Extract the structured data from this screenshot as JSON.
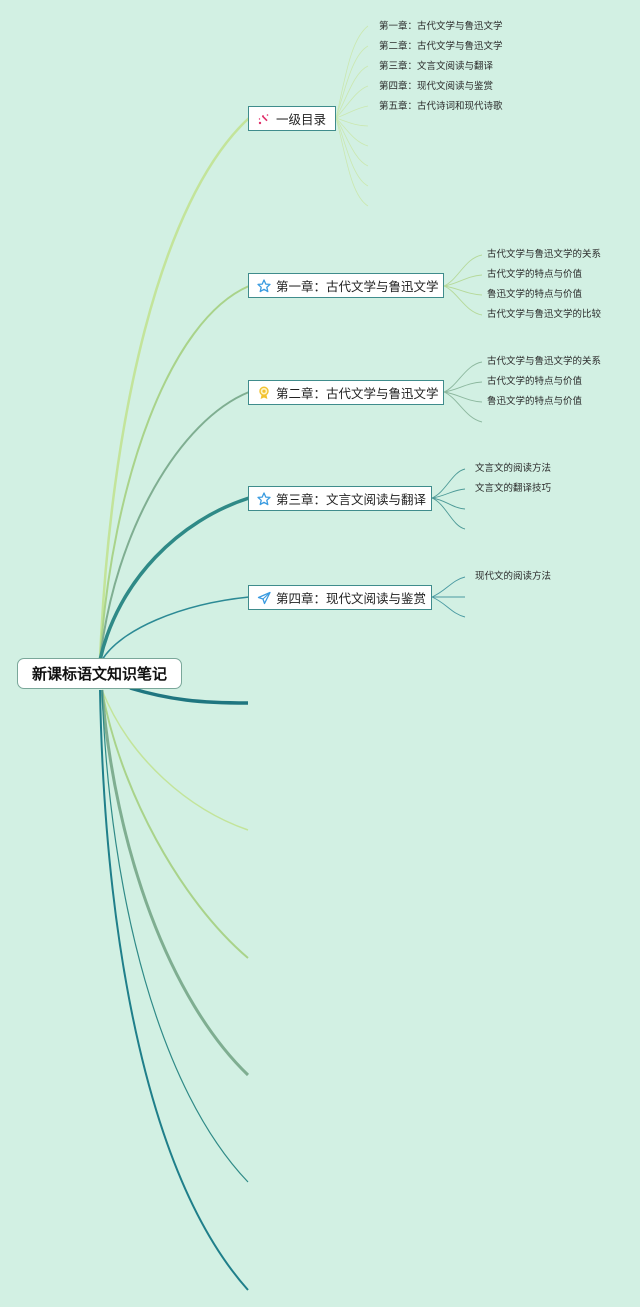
{
  "root": {
    "label": "新课标语文知识笔记"
  },
  "topics": [
    {
      "label": "一级目录",
      "icon": "sparkle-icon",
      "branch_color": "#c3e49a",
      "children": [
        "第一章：古代文学与鲁迅文学",
        "第二章：古代文学与鲁迅文学",
        "第三章：文言文阅读与翻译",
        "第四章：现代文阅读与鉴赏",
        "第五章：古代诗词和现代诗歌"
      ]
    },
    {
      "label": "第一章：古代文学与鲁迅文学",
      "icon": "star-outline-icon",
      "branch_color": "#a9d38a",
      "children": [
        "古代文学与鲁迅文学的关系",
        "古代文学的特点与价值",
        "鲁迅文学的特点与价值",
        "古代文学与鲁迅文学的比较"
      ]
    },
    {
      "label": "第二章：古代文学与鲁迅文学",
      "icon": "award-medal-icon",
      "branch_color": "#7fae91",
      "children": [
        "古代文学与鲁迅文学的关系",
        "古代文学的特点与价值",
        "鲁迅文学的特点与价值"
      ]
    },
    {
      "label": "第三章：文言文阅读与翻译",
      "icon": "star-outline-icon",
      "branch_color": "#2f8a87",
      "children": [
        "文言文的阅读方法",
        "文言文的翻译技巧"
      ]
    },
    {
      "label": "第四章：现代文阅读与鉴赏",
      "icon": "paper-plane-icon",
      "branch_color": "#2c8a95",
      "children": [
        "现代文的阅读方法"
      ]
    }
  ],
  "colors": {
    "background": "#d2f0e3",
    "node_border": "#3f8c8c",
    "icon_pink": "#e0306a",
    "icon_blue": "#3a9be0",
    "icon_gold": "#f2c230"
  }
}
